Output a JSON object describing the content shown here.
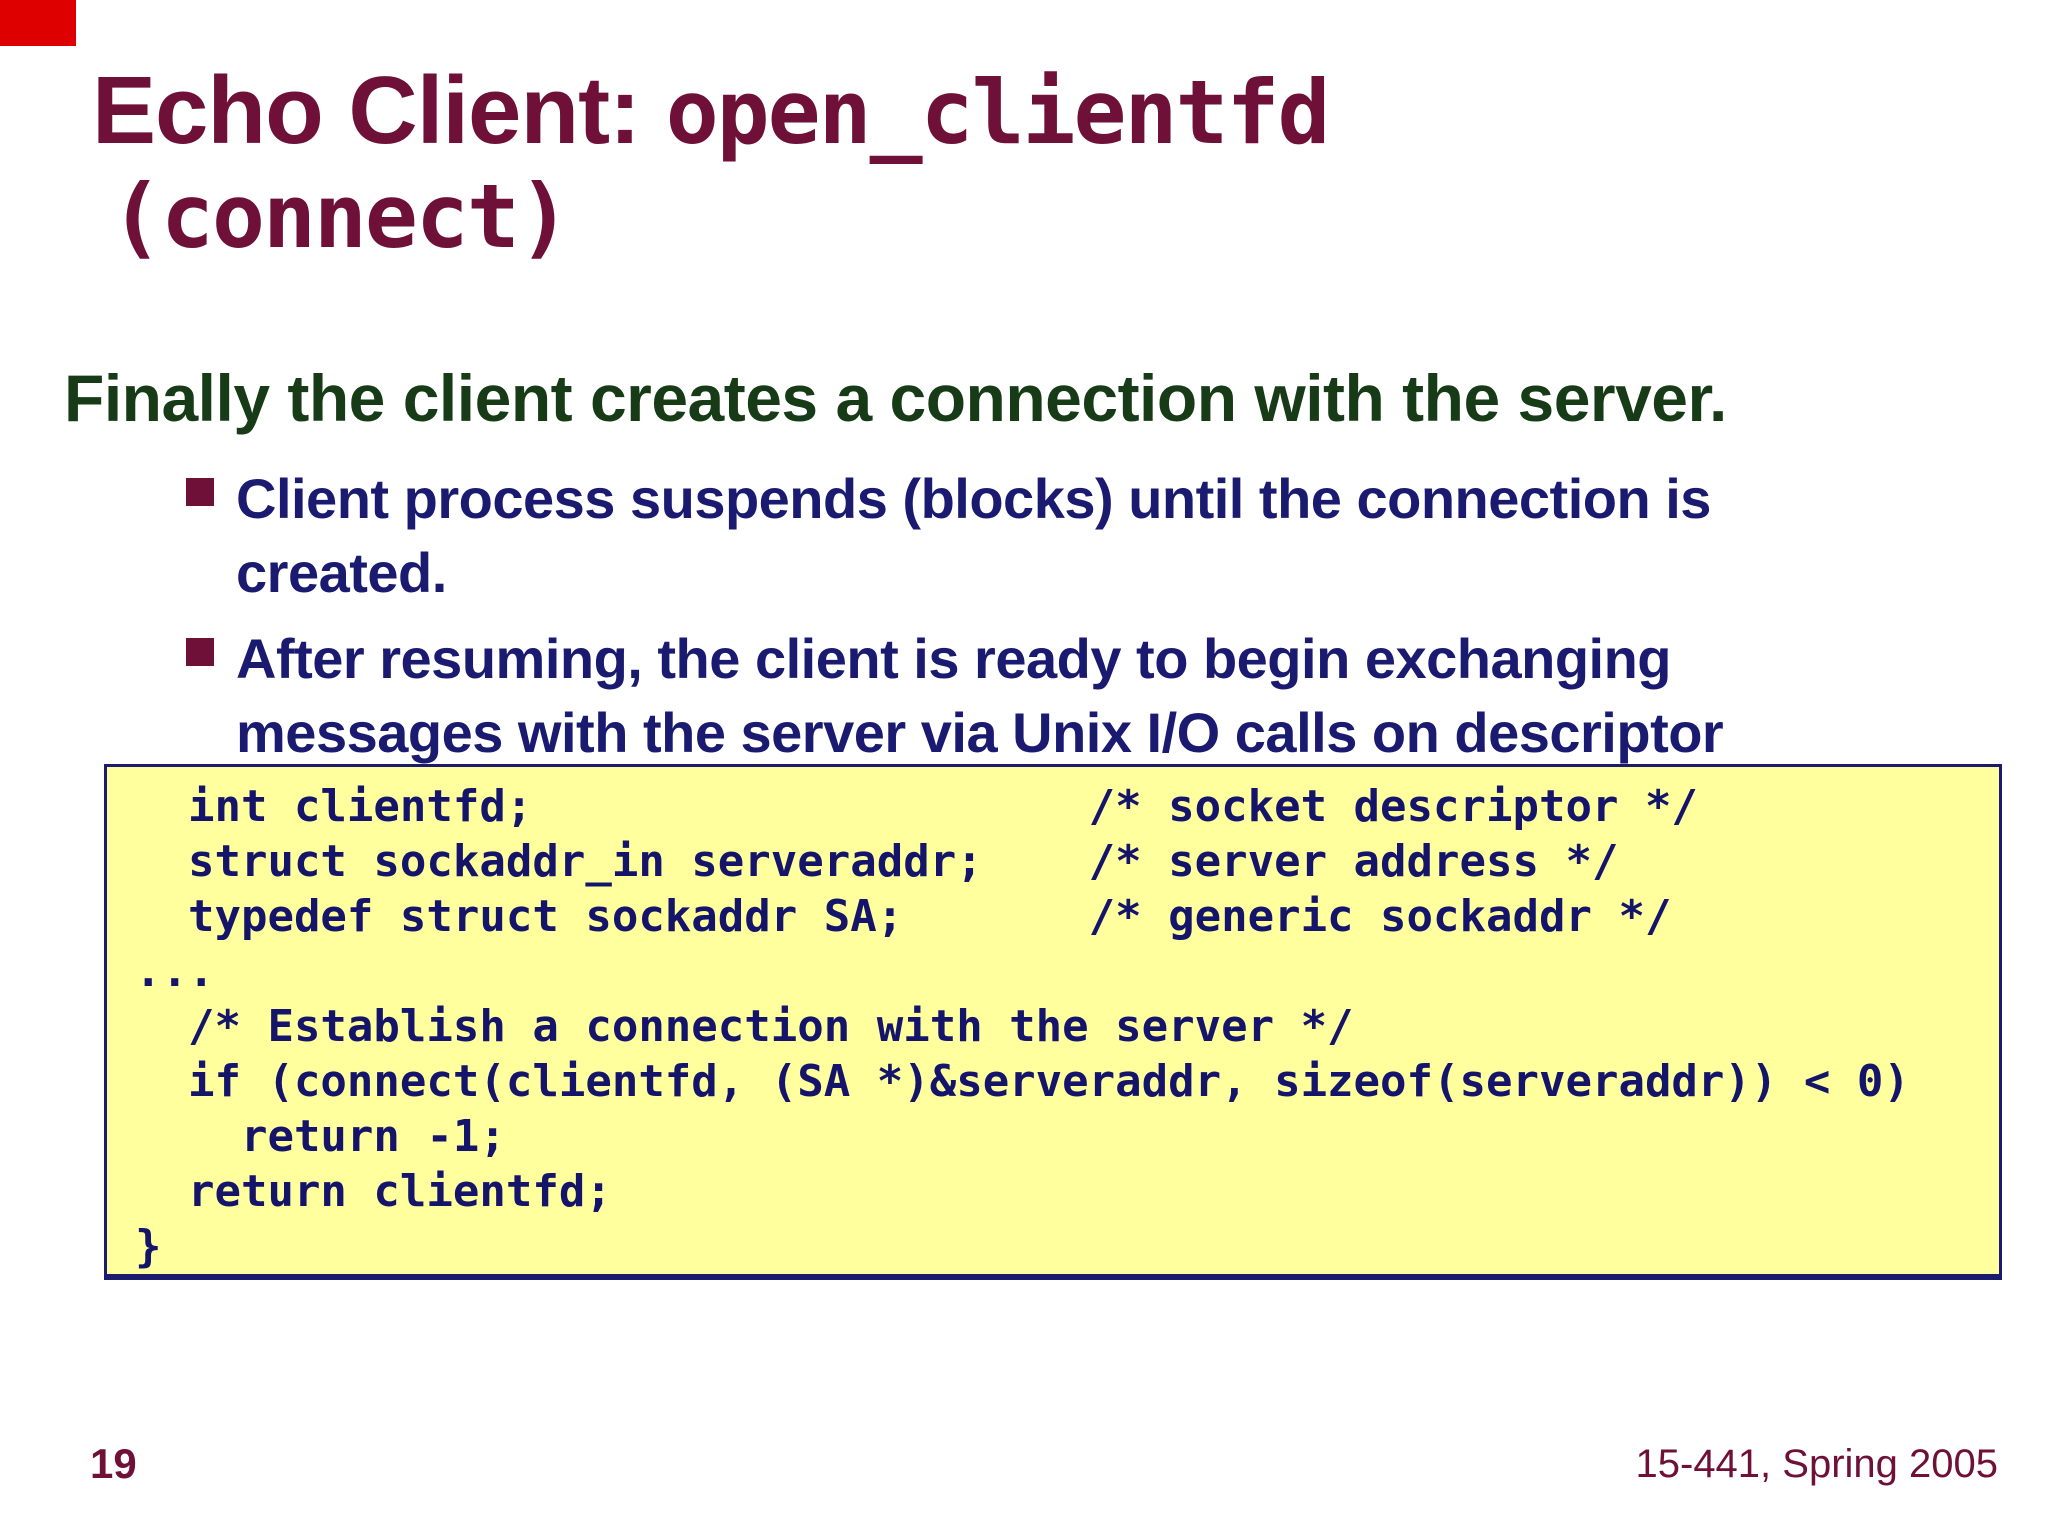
{
  "slide": {
    "title": {
      "prefix": "Echo Client: ",
      "code": "open_clientfd",
      "line2": "(connect)"
    },
    "heading": "Finally the client creates a connection with the server.",
    "bullets": [
      {
        "lines": [
          "Client process suspends (blocks) until the connection is",
          "created."
        ]
      },
      {
        "lines": [
          "After resuming, the client is ready to begin exchanging",
          "messages with the server via Unix I/O calls on descriptor"
        ]
      }
    ],
    "code_lines": [
      "  int clientfd;                     /* socket descriptor */",
      "  struct sockaddr_in serveraddr;    /* server address */",
      "  typedef struct sockaddr SA;       /* generic sockaddr */",
      "...",
      "  /* Establish a connection with the server */",
      "  if (connect(clientfd, (SA *)&serveraddr, sizeof(serveraddr)) < 0)",
      "    return -1;",
      "  return clientfd;",
      "}"
    ],
    "footer": {
      "page_number": "19",
      "course": "15-441, Spring 2005"
    },
    "colors": {
      "title_maroon": "#6e1037",
      "heading_green": "#173b17",
      "body_navy": "#1a1a70",
      "code_navy": "#14146b",
      "code_box_fill": "#ffff9e",
      "code_box_border": "#1c1c6e",
      "corner_marker_red": "#de0000"
    }
  }
}
